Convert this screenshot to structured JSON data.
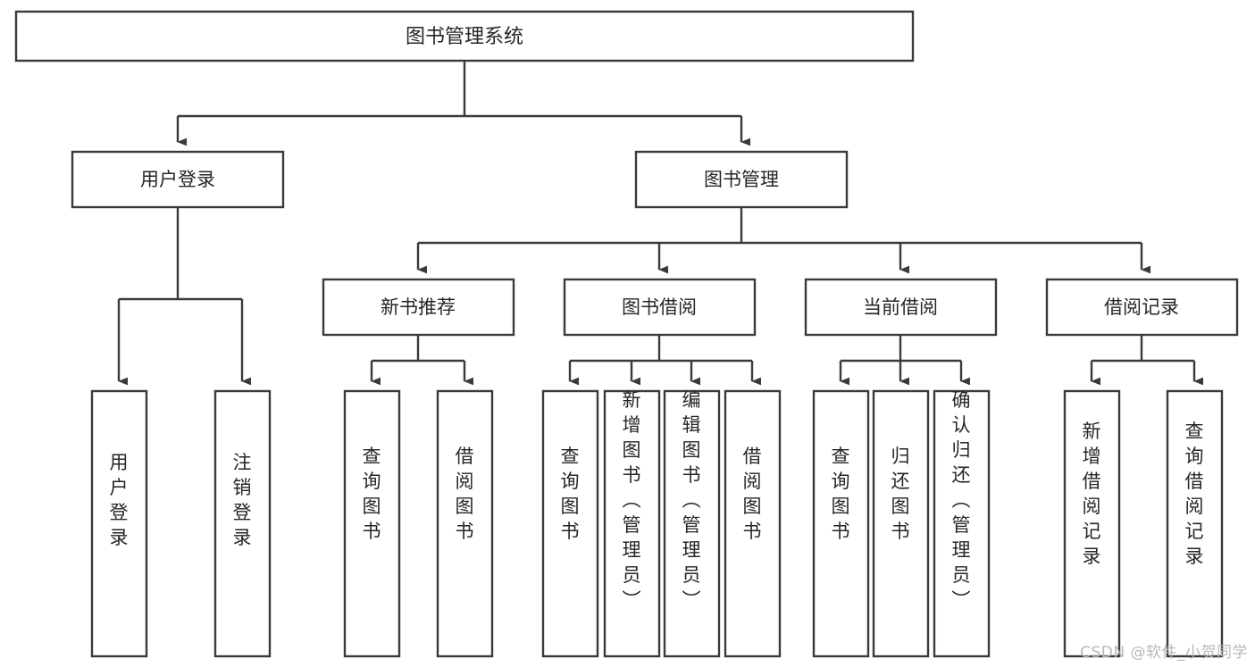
{
  "diagram": {
    "title": "图书管理系统",
    "type": "tree",
    "watermark": "CSDN @软件_小贺同学",
    "colors": {
      "box_stroke": "#3a3a3a",
      "box_fill": "#ffffff",
      "text": "#262626",
      "watermark": "#b9b9b9",
      "background": "#ffffff"
    }
  },
  "nodes": {
    "root": {
      "label": "图书管理系统"
    },
    "level1": [
      {
        "label": "用户登录"
      },
      {
        "label": "图书管理"
      }
    ],
    "level2": [
      {
        "label": "新书推荐"
      },
      {
        "label": "图书借阅"
      },
      {
        "label": "当前借阅"
      },
      {
        "label": "借阅记录"
      }
    ],
    "leaves": [
      {
        "label": "用户登录",
        "parent": "用户登录"
      },
      {
        "label": "注销登录",
        "parent": "用户登录"
      },
      {
        "label": "查询图书",
        "parent": "新书推荐"
      },
      {
        "label": "借阅图书",
        "parent": "新书推荐"
      },
      {
        "label": "查询图书",
        "parent": "图书借阅"
      },
      {
        "label": "新增图书（管理员）",
        "parent": "图书借阅"
      },
      {
        "label": "编辑图书（管理员）",
        "parent": "图书借阅"
      },
      {
        "label": "借阅图书",
        "parent": "图书借阅"
      },
      {
        "label": "查询图书",
        "parent": "当前借阅"
      },
      {
        "label": "归还图书",
        "parent": "当前借阅"
      },
      {
        "label": "确认归还（管理员）",
        "parent": "当前借阅"
      },
      {
        "label": "新增借阅记录",
        "parent": "借阅记录"
      },
      {
        "label": "查询借阅记录",
        "parent": "借阅记录"
      }
    ]
  },
  "chart_data": {
    "type": "table",
    "title": "图书管理系统",
    "xlabel": "",
    "ylabel": "",
    "categories": [
      "用户登录",
      "图书管理"
    ],
    "series": [
      {
        "name": "用户登录",
        "values": [
          "用户登录",
          "注销登录"
        ]
      },
      {
        "name": "新书推荐",
        "values": [
          "查询图书",
          "借阅图书"
        ]
      },
      {
        "name": "图书借阅",
        "values": [
          "查询图书",
          "新增图书（管理员）",
          "编辑图书（管理员）",
          "借阅图书"
        ]
      },
      {
        "name": "当前借阅",
        "values": [
          "查询图书",
          "归还图书",
          "确认归还（管理员）"
        ]
      },
      {
        "name": "借阅记录",
        "values": [
          "新增借阅记录",
          "查询借阅记录"
        ]
      }
    ]
  }
}
